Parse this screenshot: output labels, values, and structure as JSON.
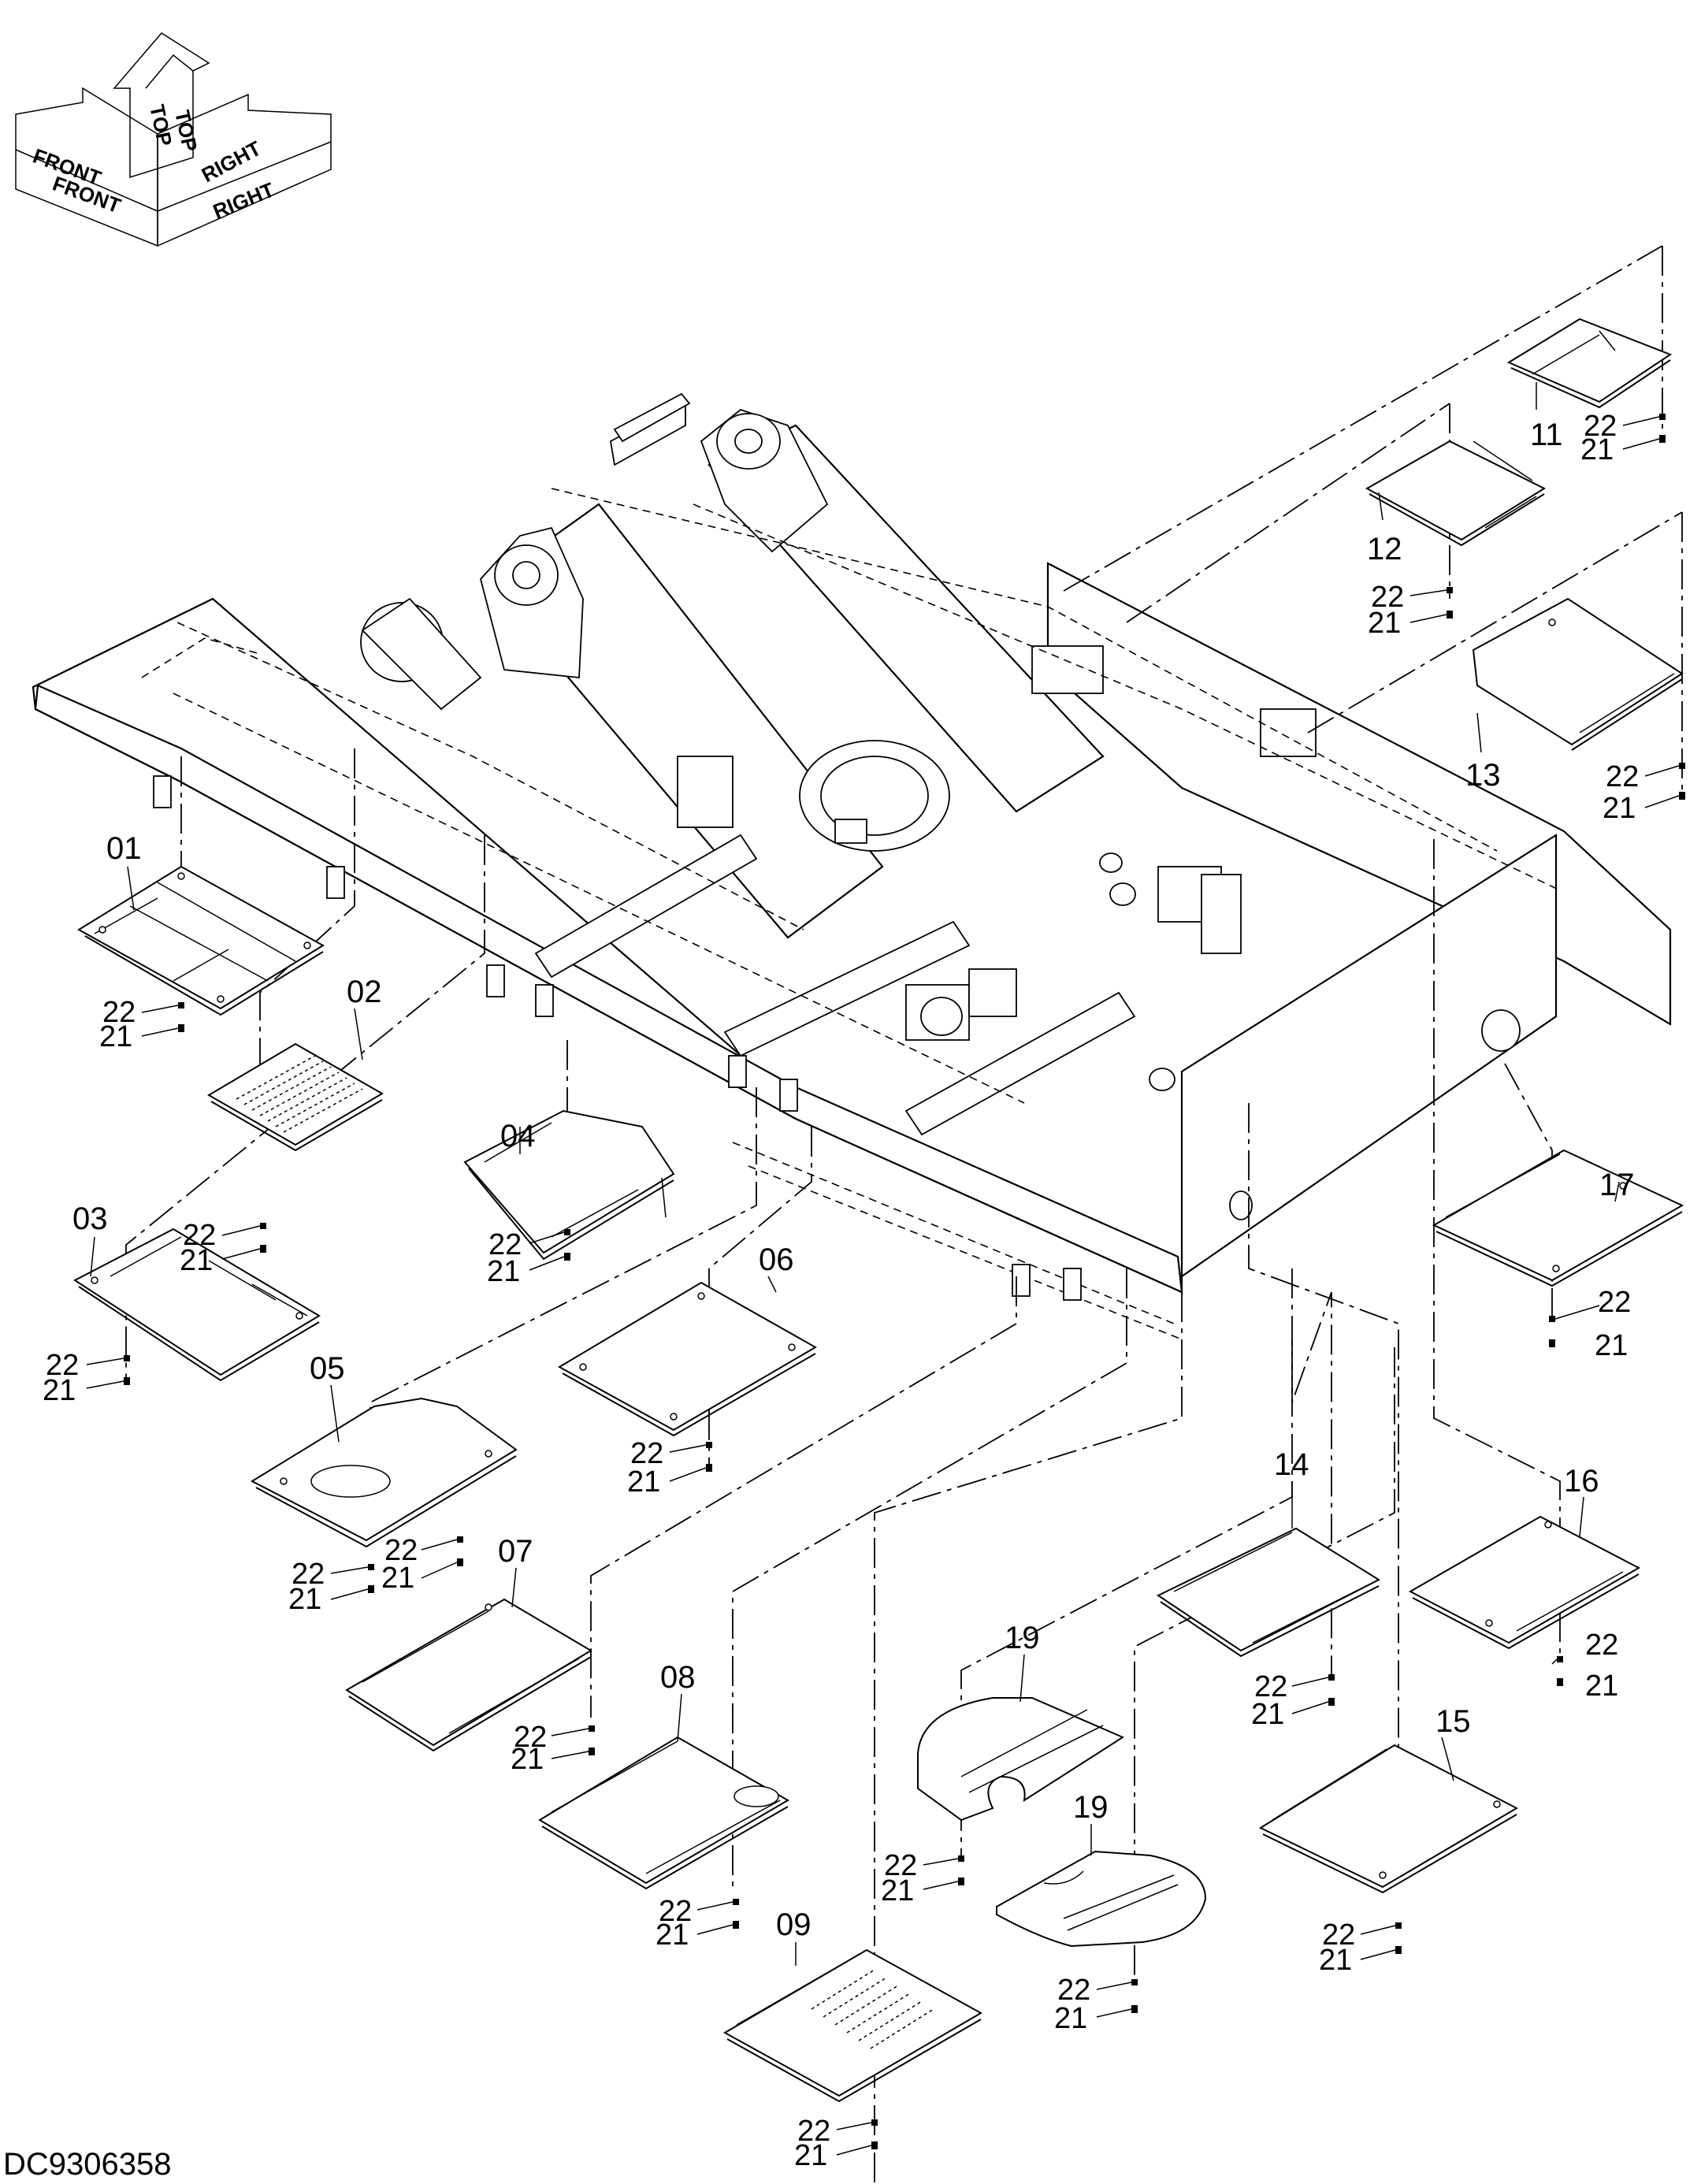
{
  "document": {
    "id": "DC9306358"
  },
  "orientation": {
    "top": "TOP",
    "front": "FRONT",
    "right": "RIGHT"
  },
  "covers": [
    {
      "label": "01",
      "bolts": [
        "22",
        "21"
      ]
    },
    {
      "label": "02",
      "bolts": [
        "22",
        "21"
      ]
    },
    {
      "label": "03",
      "bolts": [
        "22",
        "21"
      ]
    },
    {
      "label": "04",
      "bolts": [
        "22",
        "21"
      ]
    },
    {
      "label": "05",
      "bolts": [
        "22",
        "21",
        "22",
        "21"
      ]
    },
    {
      "label": "06",
      "bolts": [
        "22",
        "21"
      ]
    },
    {
      "label": "07",
      "bolts": [
        "22",
        "21"
      ]
    },
    {
      "label": "08",
      "bolts": [
        "22",
        "21"
      ]
    },
    {
      "label": "09",
      "bolts": [
        "22",
        "21"
      ]
    },
    {
      "label": "11",
      "bolts": [
        "22",
        "21"
      ]
    },
    {
      "label": "12",
      "bolts": [
        "22",
        "21"
      ]
    },
    {
      "label": "13",
      "bolts": [
        "22",
        "21"
      ]
    },
    {
      "label": "14",
      "bolts": [
        "22",
        "21"
      ]
    },
    {
      "label": "15",
      "bolts": [
        "22",
        "21"
      ]
    },
    {
      "label": "16",
      "bolts": [
        "22",
        "21"
      ]
    },
    {
      "label": "17",
      "bolts": [
        "22",
        "21"
      ]
    },
    {
      "label": "19",
      "bolts": [
        "22",
        "21"
      ]
    },
    {
      "label": "19",
      "bolts": [
        "22",
        "21"
      ]
    }
  ]
}
